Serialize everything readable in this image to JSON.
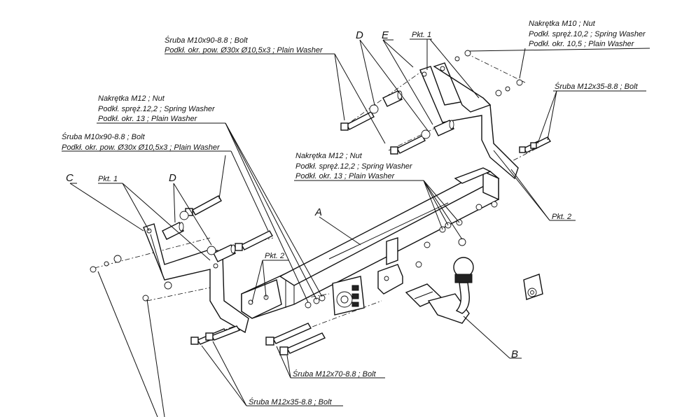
{
  "letters": {
    "A": "A",
    "B": "B",
    "C": "C",
    "D": "D",
    "E": "E"
  },
  "labels": {
    "pkt1": "Pkt. 1",
    "pkt2": "Pkt. 2",
    "top_right_nut": [
      "Nakrętka  M10 ; Nut",
      "Podkł. spręż.10,2 ; Spring Washer",
      "Podkł. okr. 10,5 ; Plain Washer"
    ],
    "top_center_bolt": [
      "Śruba M10x90-8.8 ;  Bolt",
      "Podkł. okr. pow. Ø30x Ø10,5x3 ; Plain Washer"
    ],
    "right_bolt_m12x35": "Śruba M12x35-8.8 ;  Bolt",
    "left_nut_m12": [
      "Nakrętka  M12 ; Nut",
      "Podkł. spręż.12,2 ; Spring Washer",
      "Podkł. okr. 13 ; Plain Washer"
    ],
    "left_bolt_m10x90": [
      "Śruba M10x90-8.8 ;  Bolt",
      "Podkł. okr. pow. Ø30x Ø10,5x3 ; Plain Washer"
    ],
    "center_nut_m12": [
      "Nakrętka  M12 ; Nut",
      "Podkł. spręż.12,2 ; Spring Washer",
      "Podkł. okr. 13 ; Plain Washer"
    ],
    "bottom_bolt_m12x70": "Śruba M12x70-8.8 ;  Bolt",
    "bottom_bolt_m12x35": "Śruba M12x35-8.8 ;  Bolt"
  }
}
